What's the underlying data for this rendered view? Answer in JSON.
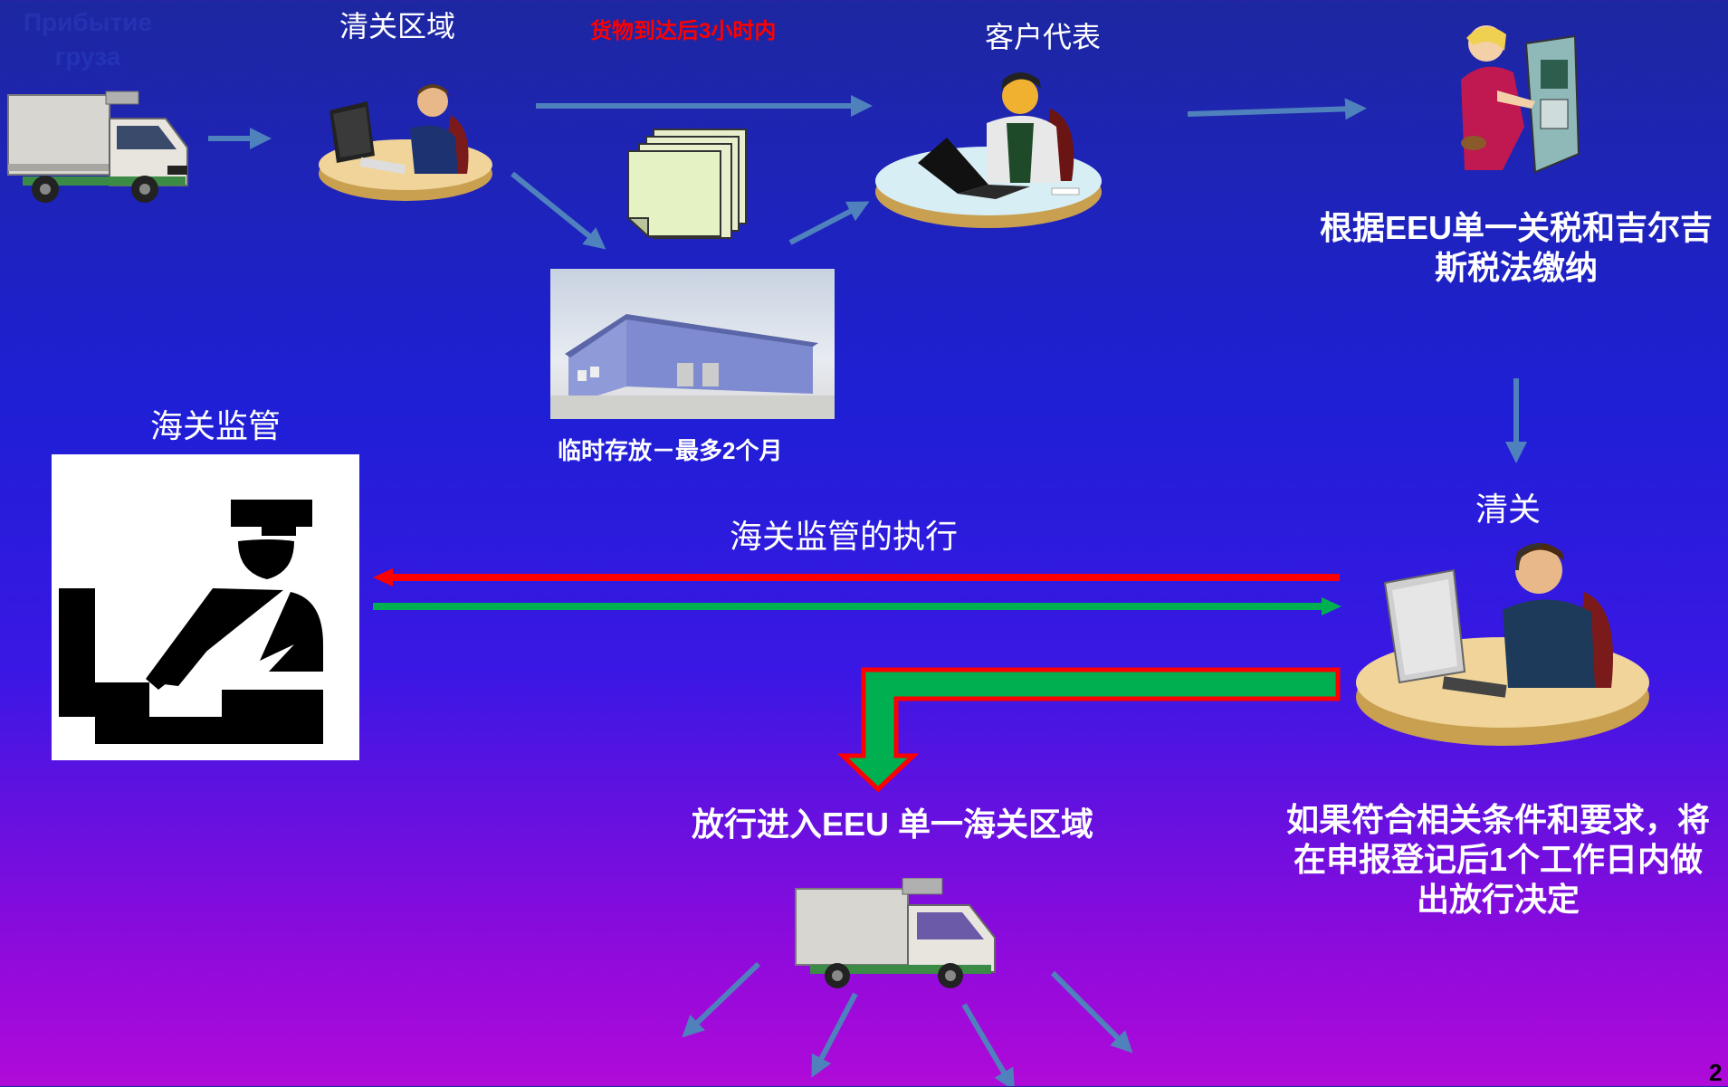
{
  "slide": {
    "faded_title": "Прибытие груза",
    "page_number": "2"
  },
  "labels": {
    "clearance_zone": "清关区域",
    "arrival_time": "货物到达后3小时内",
    "customer_rep": "客户代表",
    "payment_note": "根据EEU单一关税和吉尔吉斯税法缴纳",
    "temporary_storage": "临时存放－最多2个月",
    "customs_control": "海关监管",
    "customs_control_exec": "海关监管的执行",
    "customs_clearance": "清关",
    "release_eeu": "放行进入EEU 单一海关区域",
    "release_condition": "如果符合相关条件和要求，将在申报登记后1个工作日内做出放行决定"
  },
  "icons": {
    "truck": "truck-icon",
    "operator": "computer-operator-icon",
    "documents": "documents-stack-icon",
    "warehouse": "warehouse-icon",
    "cashier": "cashier-icon",
    "customs_officer": "customs-officer-pictogram",
    "headset_operator": "headset-operator-icon"
  },
  "colors": {
    "arrow_blue": "#4f81bd",
    "red_arrow": "#ff0000",
    "green_arrow": "#00b050",
    "highlight_text": "#ff0000"
  }
}
